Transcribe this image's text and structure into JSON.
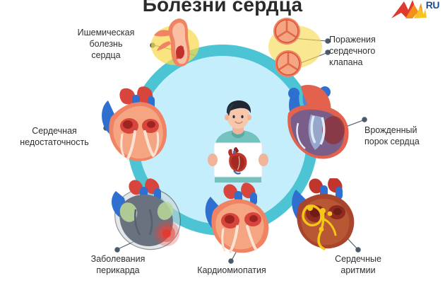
{
  "page": {
    "title": "Болезни сердца",
    "background_color": "#ffffff",
    "ring_color": "#4dc4d4",
    "ring_inner_color": "#c4eefb",
    "label_color": "#2f2f33"
  },
  "logo": {
    "text": "RU",
    "arrow_colors": [
      "#e03a2f",
      "#f3901d",
      "#f6c324"
    ],
    "text_color": "#1d4f91"
  },
  "labels": {
    "ischemic_heart_disease": "Ишемическая\nболезнь\nсердца",
    "valve_lesions": "Поражения\nсердечного\nклапана",
    "heart_failure": "Сердечная\nнедостаточность",
    "congenital_defect": "Врожденный\nпорок сердца",
    "pericardial_disease": "Заболевания\nперикарда",
    "cardiomyopathy": "Кардиомиопатия",
    "arrhythmias": "Сердечные\nаритмии"
  },
  "diagram": {
    "type": "radial-infographic",
    "center_subject": "person holding card with heart illustration",
    "items": [
      {
        "id": "ischemic-heart-disease",
        "label": "Ишемическая болезнь сердца",
        "position": "top-left",
        "illustration": "coronary artery cross-section with yellow plaque highlight"
      },
      {
        "id": "valve-lesions",
        "label": "Поражения сердечного клапана",
        "position": "top-right",
        "illustration": "two tricuspid valve circular views"
      },
      {
        "id": "heart-failure",
        "label": "Сердечная недостаточность",
        "position": "left",
        "illustration": "heart cross-section, enlarged chambers"
      },
      {
        "id": "congenital-heart-defect",
        "label": "Врожденный порок сердца",
        "position": "right",
        "illustration": "heart cross-section with purple shunt"
      },
      {
        "id": "pericardial-disease",
        "label": "Заболевания перикарда",
        "position": "bottom-left",
        "illustration": "grey heart with red inflamed pericardium glow"
      },
      {
        "id": "cardiomyopathy",
        "label": "Кардиомиопатия",
        "position": "bottom-center",
        "illustration": "heart cross-section with thickened walls"
      },
      {
        "id": "cardiac-arrhythmias",
        "label": "Сердечные аритмии",
        "position": "bottom-right",
        "illustration": "heart with yellow electrical conduction pathway"
      }
    ]
  }
}
